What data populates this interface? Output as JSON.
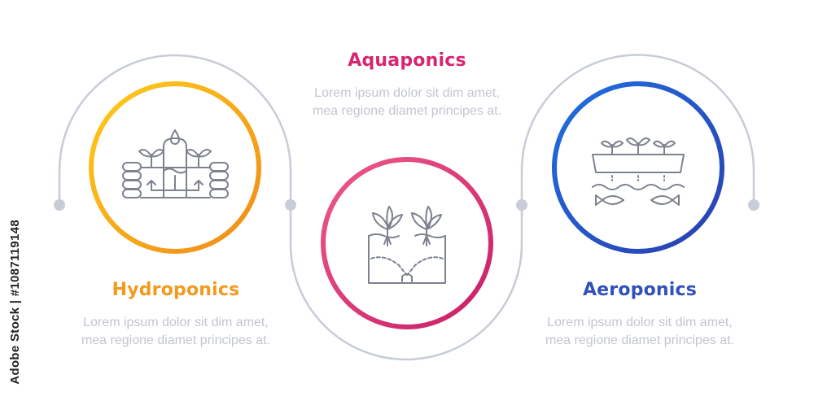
{
  "steps": [
    {
      "title": "Hydroponics",
      "description": "Lorem ipsum dolor sit dim amet, mea regione diamet principes at.",
      "color": "#f39a1e",
      "gradient": [
        "#ffcc1a",
        "#f08a1a"
      ],
      "icon": "hydroponics-tank-icon"
    },
    {
      "title": "Aquaponics",
      "description": "Lorem ipsum dolor sit dim amet, mea regione diamet principes at.",
      "color": "#d7266f",
      "gradient": [
        "#ee5a8c",
        "#c81d66"
      ],
      "icon": "aquaponics-soil-icon"
    },
    {
      "title": "Aeroponics",
      "description": "Lorem ipsum dolor sit dim amet, mea regione diamet principes at.",
      "color": "#3350b8",
      "gradient": [
        "#1f6fe0",
        "#2b3fb0"
      ],
      "icon": "aeroponics-fish-icon"
    }
  ],
  "connector_color": "#c7ccd6",
  "watermark": "Adobe Stock | #1087119148"
}
